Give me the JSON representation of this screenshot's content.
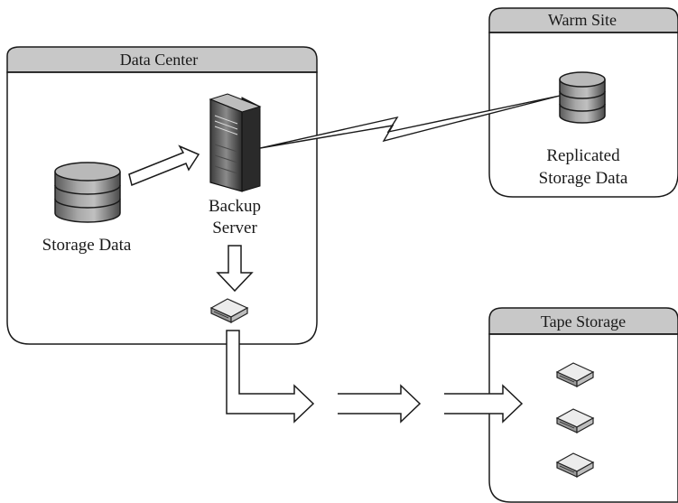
{
  "zones": {
    "data_center": "Data Center",
    "warm_site": "Warm Site",
    "tape_storage": "Tape Storage"
  },
  "nodes": {
    "storage_data": "Storage Data",
    "backup_server_line1": "Backup",
    "backup_server_line2": "Server",
    "replicated_line1": "Replicated",
    "replicated_line2": "Storage Data"
  },
  "colors": {
    "header_fill": "#c8c8c8",
    "outline": "#1a1a1a",
    "disk_dark": "#6e6e6e",
    "disk_light": "#b4b4b4"
  }
}
